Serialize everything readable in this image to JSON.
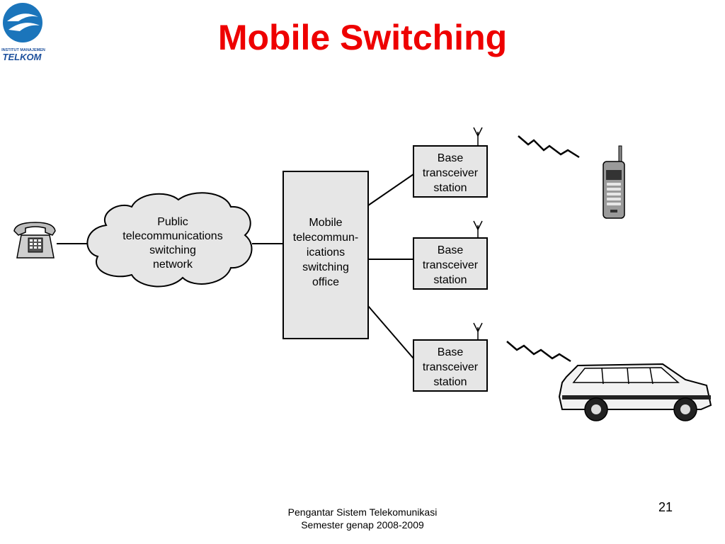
{
  "logo": {
    "line1": "INSTITUT MANAJEMEN",
    "line2": "TELKOM",
    "colors": {
      "circle": "#1b75bb",
      "text": "#1b4f9c"
    }
  },
  "title": "Mobile Switching",
  "title_color": "#ee0000",
  "diagram": {
    "telephone_icon": "telephone-icon",
    "cloud": {
      "lines": [
        "Public",
        "telecommunications",
        "switching",
        "network"
      ]
    },
    "office": {
      "lines": [
        "Mobile",
        "telecommun-",
        "ications",
        "switching",
        "office"
      ]
    },
    "base_stations": [
      {
        "lines": [
          "Base",
          "transceiver",
          "station"
        ]
      },
      {
        "lines": [
          "Base",
          "transceiver",
          "station"
        ]
      },
      {
        "lines": [
          "Base",
          "transceiver",
          "station"
        ]
      }
    ],
    "mobile_phone_icon": "mobile-phone-icon",
    "car_icon": "car-icon",
    "box_fill": "#e6e6e6"
  },
  "footer": {
    "line1": "Pengantar Sistem Telekomunikasi",
    "line2": "Semester genap 2008-2009"
  },
  "page_number": "21"
}
